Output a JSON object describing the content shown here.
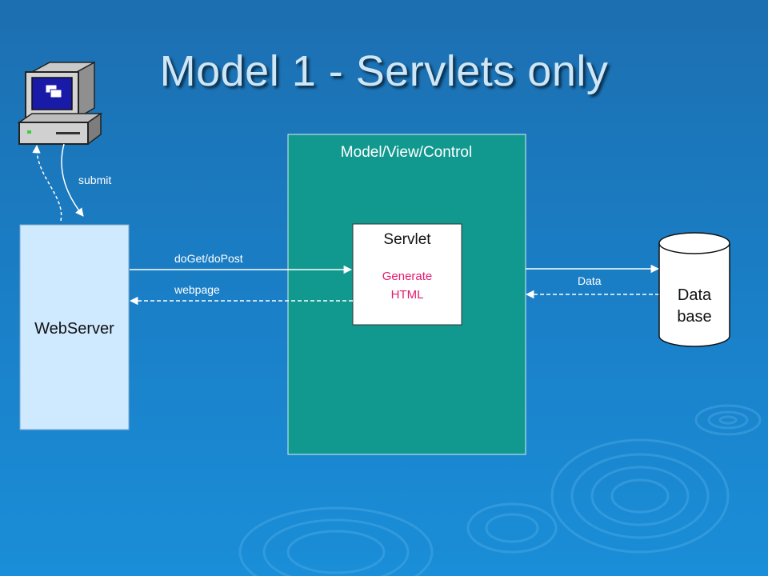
{
  "title": "Model 1 - Servlets only",
  "diagram": {
    "submit_label": "submit",
    "webserver_label": "WebServer",
    "mvc_label": "Model/View/Control",
    "servlet_label": "Servlet",
    "servlet_action_line1": "Generate",
    "servlet_action_line2": "HTML",
    "request_label": "doGet/doPost",
    "response_label": "webpage",
    "data_label": "Data",
    "database_line1": "Data",
    "database_line2": "base"
  },
  "colors": {
    "mvc_box": "#12998f",
    "webserver_box": "#cfe9ff",
    "servlet_action_text": "#e6196e"
  },
  "icons": [
    "computer-icon"
  ]
}
